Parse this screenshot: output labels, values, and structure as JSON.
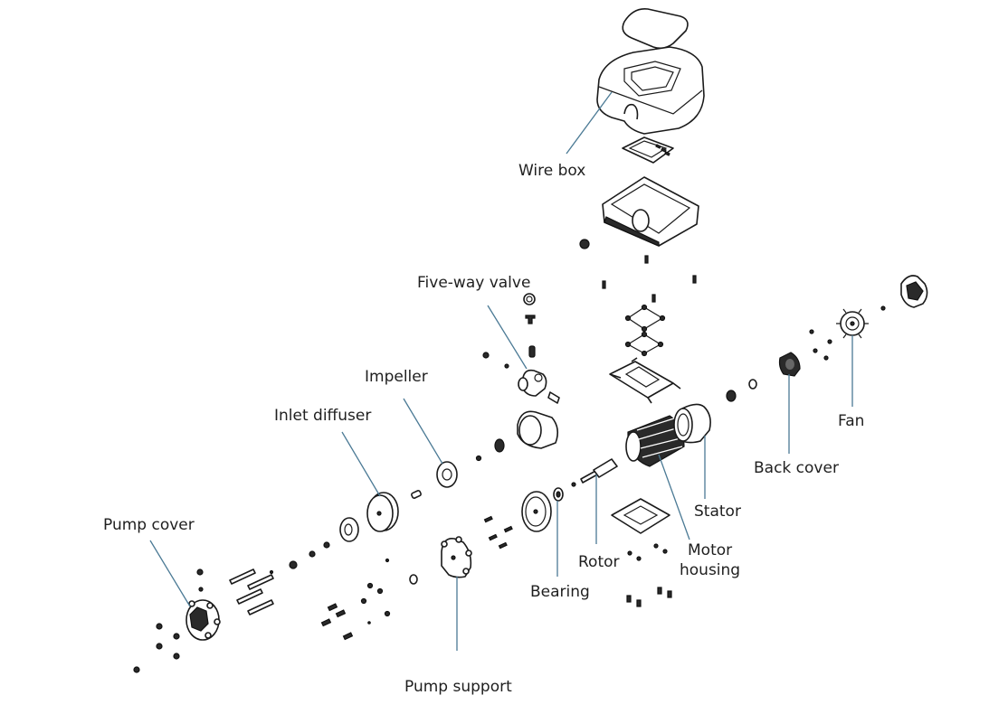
{
  "diagram": {
    "type": "exploded-assembly",
    "subject": "Pump",
    "leader_color": "#4b7a95",
    "text_color": "#1f1f1f",
    "labels": {
      "wire_box": "Wire box",
      "five_way_valve": "Five-way valve",
      "impeller": "Impeller",
      "inlet_diffuser": "Inlet diffuser",
      "pump_cover": "Pump cover",
      "pump_support": "Pump support",
      "bearing": "Bearing",
      "rotor": "Rotor",
      "motor_housing_line1": "Motor",
      "motor_housing_line2": "housing",
      "stator": "Stator",
      "back_cover": "Back cover",
      "fan": "Fan"
    }
  }
}
